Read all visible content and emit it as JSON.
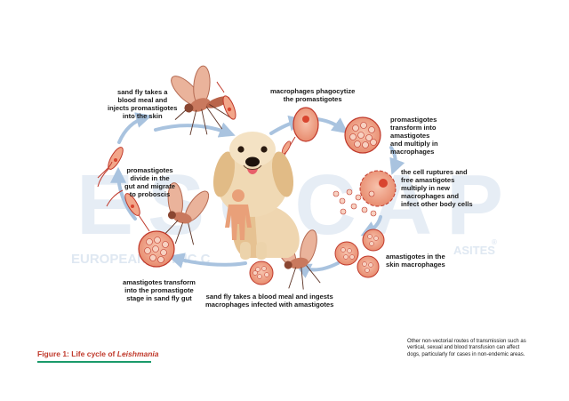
{
  "watermark": {
    "logo": "ESCCAP",
    "name_parts": [
      "EUROPEAN",
      "TIFIC C",
      "ASITES"
    ],
    "registered": "®"
  },
  "labels": {
    "sandfly_injects": "sand fly takes a\nblood meal and\ninjects promastigotes\ninto the skin",
    "macrophages_phagocytize": "macrophages phagocytize\nthe promastigotes",
    "promastigotes_transform": "promastigotes\ntransform into\namastigotes\nand multiply in\nmacrophages",
    "cell_ruptures": "the cell ruptures and\nfree amastigotes\nmultiply in new\nmacrophages and\ninfect other body cells",
    "amastigotes_skin": "amastigotes in the\nskin macrophages",
    "sandfly_ingests": "sand fly takes a blood meal and ingests\nmacrophages infected with amastigotes",
    "amastigotes_transform": "amastigotes transform\ninto the promastigote\nstage in sand fly gut",
    "promastigotes_divide": "promastigotes\ndivide in the\ngut and migrate\nto proboscis"
  },
  "caption": {
    "prefix": "Figure 1: Life cycle of ",
    "species": "Leishmania"
  },
  "note": "Other non-vectorial routes of transmission such as\nvertical, sexual and blood transfusion can affect\ndogs, particularly for cases in non-endemic areas.",
  "colors": {
    "arrow": "#a9c3df",
    "cell_fill": "#f2a68a",
    "cell_stroke": "#c0392b",
    "nucleus": "#d9452f",
    "caption_underline": "#1a9a6a",
    "human": "#e9a079",
    "dog": "#e8c9a0"
  },
  "icons": [
    "sandfly-icon",
    "dog-icon",
    "human-icon",
    "macrophage-icon",
    "promastigote-icon",
    "amastigote-icon"
  ]
}
